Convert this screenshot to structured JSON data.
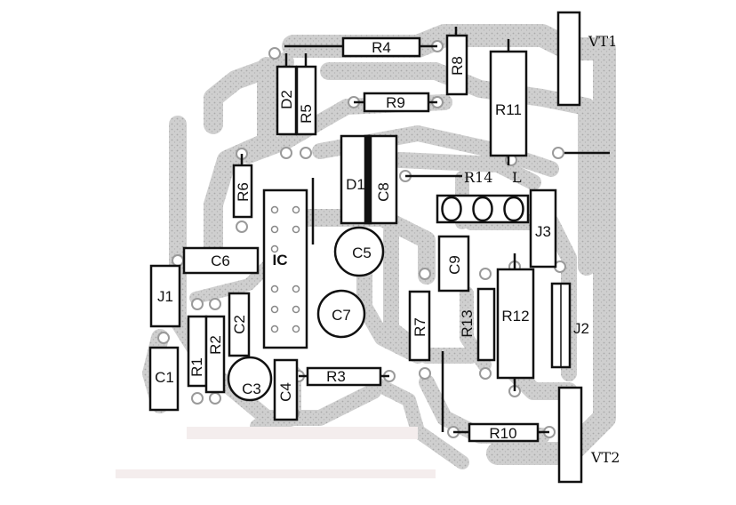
{
  "colors": {
    "copper": "#c9c9c9",
    "copper_dark": "#a7a7a7",
    "outline": "#111111",
    "background": "#ffffff"
  },
  "labels": {
    "R4": "R4",
    "R8": "R8",
    "VT1": "VT1",
    "D2": "D2",
    "R5": "R5",
    "R9": "R9",
    "R11": "R11",
    "R6": "R6",
    "D1": "D1",
    "C8": "C8",
    "R14": "R14",
    "L": "L",
    "IC": "IC",
    "C5": "C5",
    "J3": "J3",
    "C6": "C6",
    "C9": "C9",
    "J1": "J1",
    "R12": "R12",
    "R13": "R13",
    "R7": "R7",
    "C7": "C7",
    "C2": "C2",
    "J2": "J2",
    "R2": "R2",
    "R1": "R1",
    "C1": "C1",
    "C3": "C3",
    "C4": "C4",
    "R3": "R3",
    "R10": "R10",
    "VT2": "VT2"
  }
}
